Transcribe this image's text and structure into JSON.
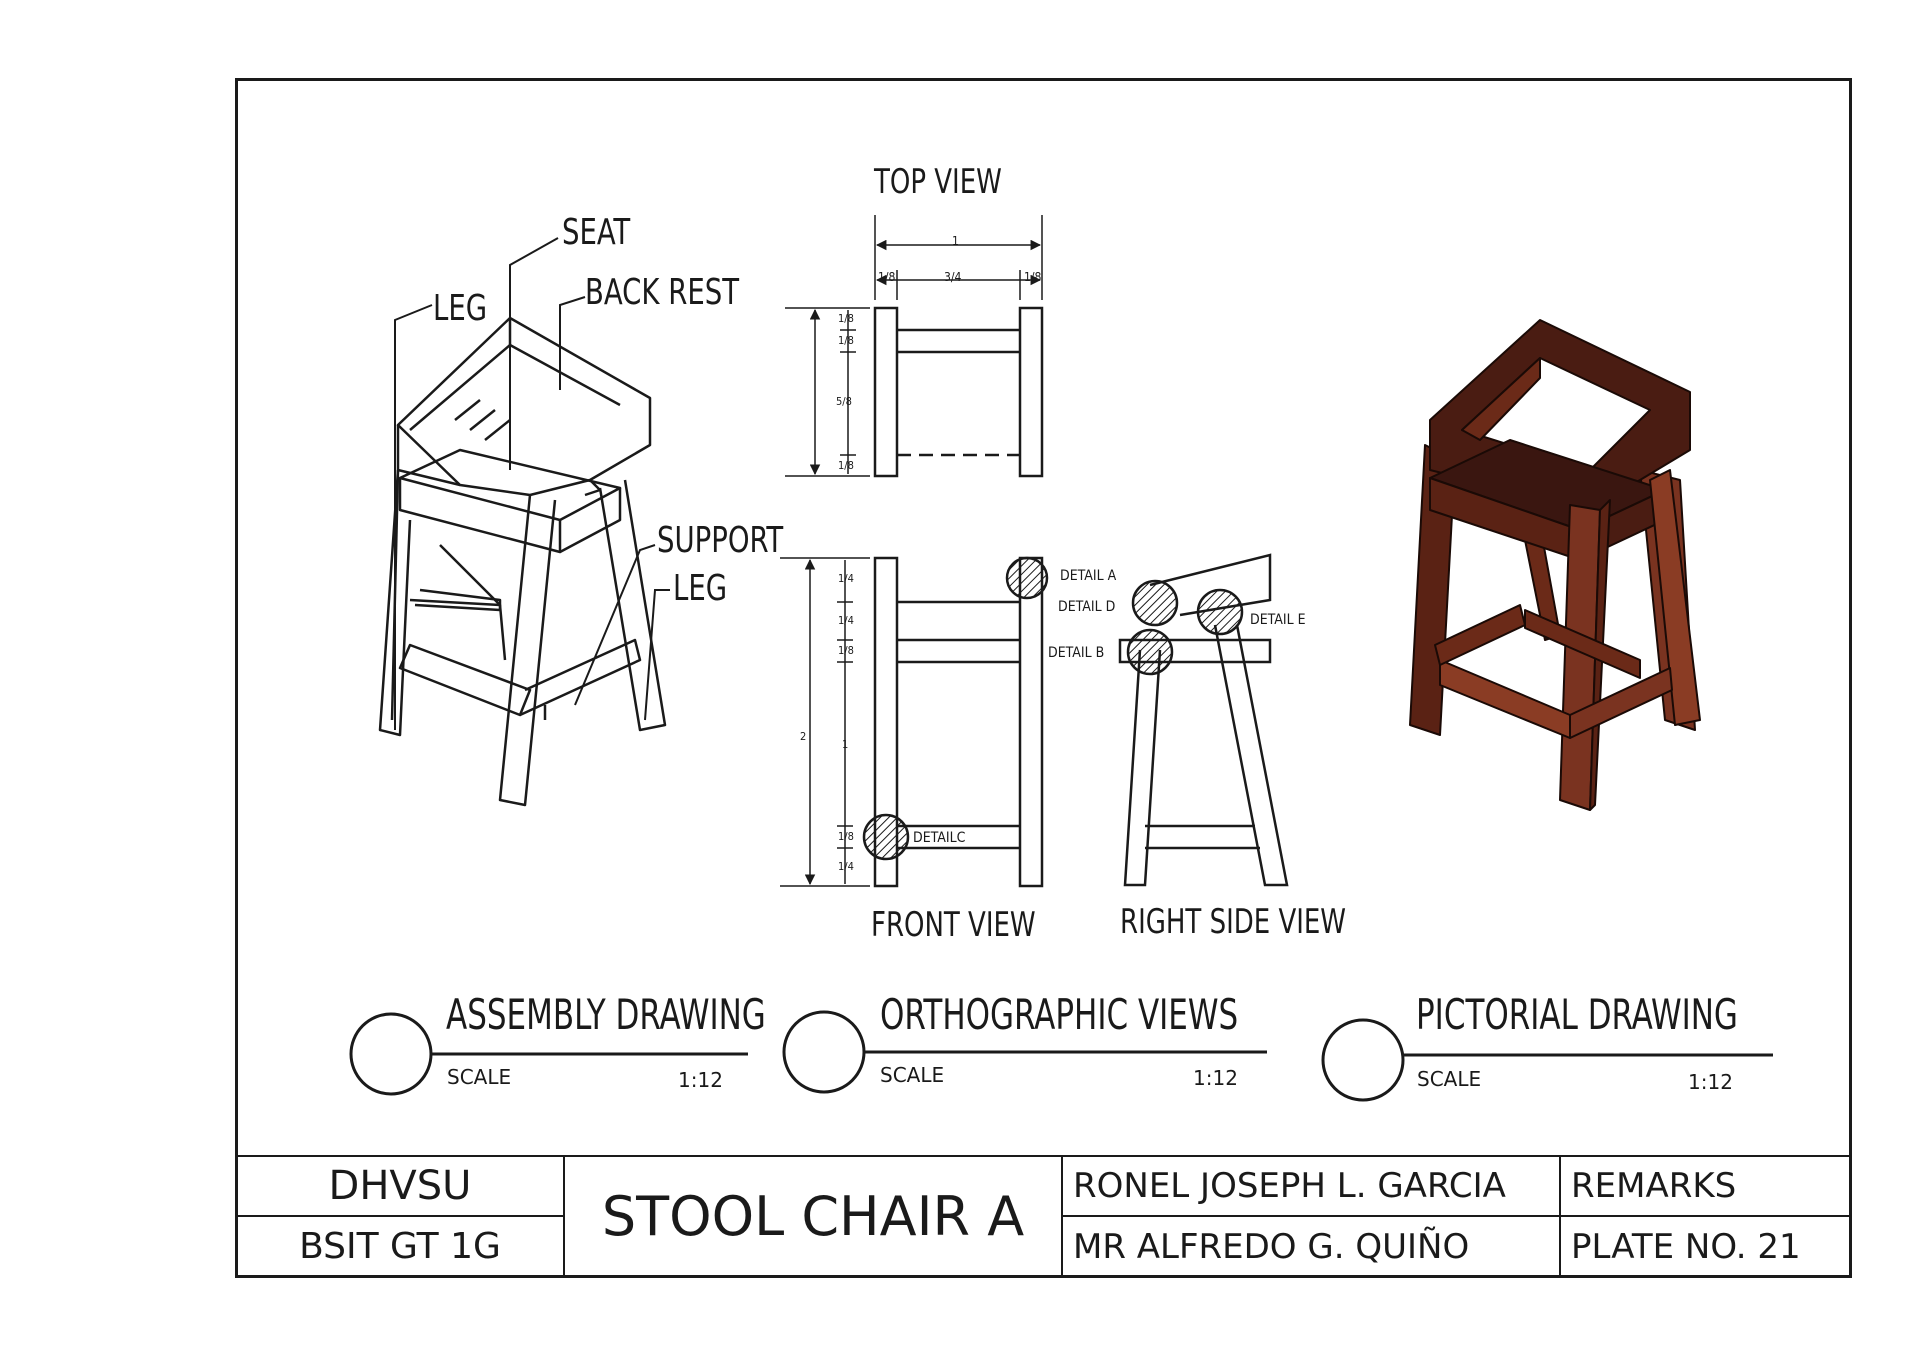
{
  "callouts": {
    "seat": "SEAT",
    "leg_top": "LEG",
    "back_rest": "BACK REST",
    "support": "SUPPORT",
    "leg_side": "LEG"
  },
  "views": {
    "top_view": "TOP VIEW",
    "front_view": "FRONT VIEW",
    "right_side_view": "RIGHT SIDE VIEW"
  },
  "details": {
    "a": "DETAIL A",
    "d": "DETAIL D",
    "b": "DETAIL B",
    "e": "DETAIL E",
    "c": "DETAILC"
  },
  "dims": {
    "top_overall": "1",
    "top_mid": "3/4",
    "top_left": "1/8",
    "top_right": "1/8",
    "top_v1": "1/8",
    "top_v2": "1/8",
    "top_v3": "5/8",
    "top_v4": "1/8",
    "front_v1": "1/4",
    "front_v2": "1/4",
    "front_v3": "1/8",
    "front_v4": "1",
    "front_overall": "2",
    "front_v5": "1/8",
    "front_v6": "1/4"
  },
  "sections": [
    {
      "title": "ASSEMBLY DRAWING",
      "scale_label": "SCALE",
      "scale_value": "1:12"
    },
    {
      "title": "ORTHOGRAPHIC VIEWS",
      "scale_label": "SCALE",
      "scale_value": "1:12"
    },
    {
      "title": "PICTORIAL DRAWING",
      "scale_label": "SCALE",
      "scale_value": "1:12"
    }
  ],
  "title_block": {
    "school": "DHVSU",
    "section": "BSIT GT 1G",
    "drawing_title": "STOOL CHAIR A",
    "student": "RONEL JOSEPH L. GARCIA",
    "instructor": "MR ALFREDO G. QUIÑO",
    "remarks": "REMARKS",
    "plate": "PLATE NO. 21"
  },
  "colors": {
    "ink": "#1a1a1a",
    "wood_dark": "#4a1c12",
    "wood_mid": "#7a3320",
    "wood_light": "#9a4a2c",
    "hatch": "#1a1a1a"
  }
}
